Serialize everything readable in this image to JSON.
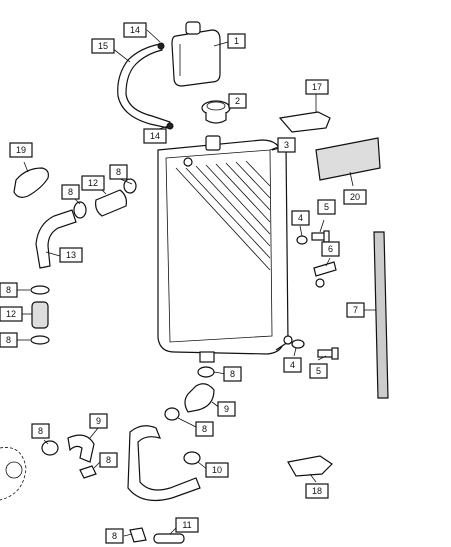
{
  "callouts": [
    {
      "id": "c1",
      "text": "1"
    },
    {
      "id": "c2",
      "text": "2"
    },
    {
      "id": "c3",
      "text": "3"
    },
    {
      "id": "c4a",
      "text": "4"
    },
    {
      "id": "c4b",
      "text": "4"
    },
    {
      "id": "c5a",
      "text": "5"
    },
    {
      "id": "c5b",
      "text": "5"
    },
    {
      "id": "c6",
      "text": "6"
    },
    {
      "id": "c7",
      "text": "7"
    },
    {
      "id": "c8a",
      "text": "8"
    },
    {
      "id": "c8b",
      "text": "8"
    },
    {
      "id": "c8c",
      "text": "8"
    },
    {
      "id": "c8d",
      "text": "8"
    },
    {
      "id": "c8e",
      "text": "8"
    },
    {
      "id": "c8f",
      "text": "8"
    },
    {
      "id": "c8g",
      "text": "8"
    },
    {
      "id": "c8h",
      "text": "8"
    },
    {
      "id": "c8i",
      "text": "8"
    },
    {
      "id": "c9a",
      "text": "9"
    },
    {
      "id": "c9b",
      "text": "9"
    },
    {
      "id": "c10",
      "text": "10"
    },
    {
      "id": "c11",
      "text": "11"
    },
    {
      "id": "c12a",
      "text": "12"
    },
    {
      "id": "c12b",
      "text": "12"
    },
    {
      "id": "c13",
      "text": "13"
    },
    {
      "id": "c14a",
      "text": "14"
    },
    {
      "id": "c14b",
      "text": "14"
    },
    {
      "id": "c15",
      "text": "15"
    },
    {
      "id": "c17",
      "text": "17"
    },
    {
      "id": "c18",
      "text": "18"
    },
    {
      "id": "c19",
      "text": "19"
    },
    {
      "id": "c20",
      "text": "20"
    }
  ]
}
